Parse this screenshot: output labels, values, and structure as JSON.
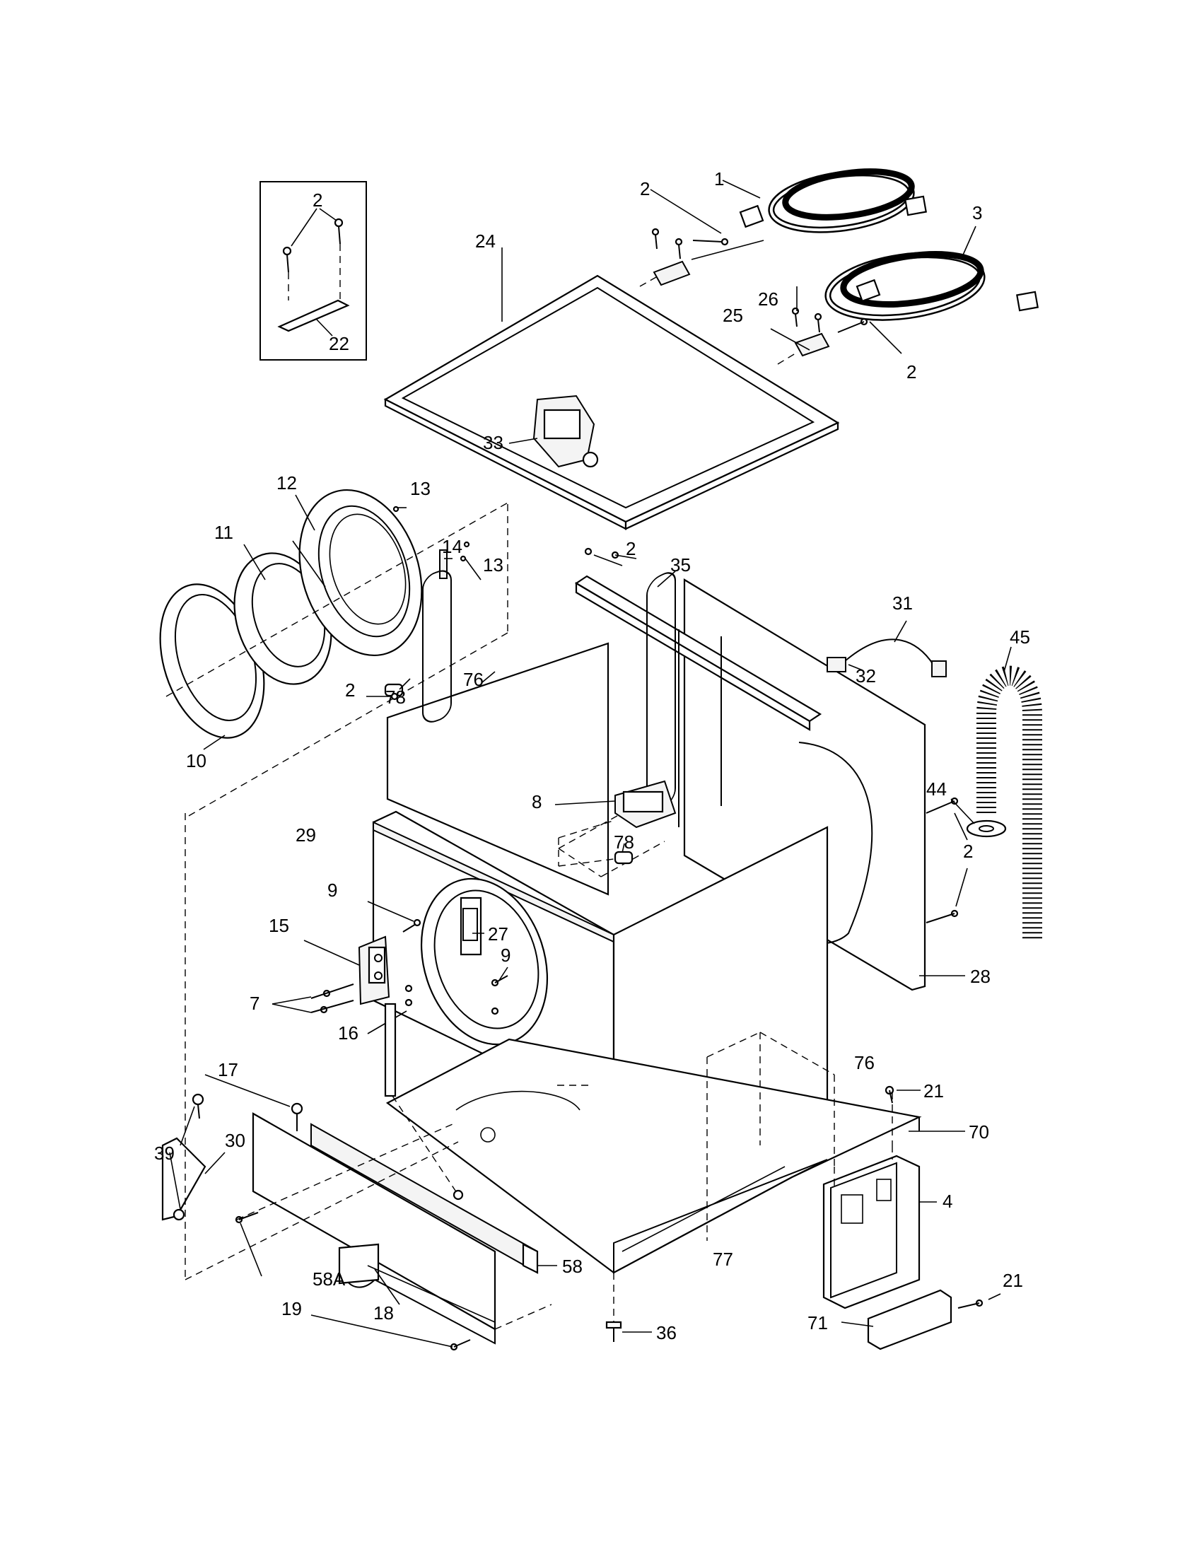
{
  "callouts": {
    "c1": "1",
    "c2_inset": "2",
    "c2_top": "2",
    "c2_right": "2",
    "c2_35": "2",
    "c2_78": "2",
    "c2_side": "2",
    "c3": "3",
    "c4": "4",
    "c7": "7",
    "c8": "8",
    "c9a": "9",
    "c9b": "9",
    "c10": "10",
    "c11": "11",
    "c12": "12",
    "c13a": "13",
    "c13b": "13",
    "c14": "14",
    "c15": "15",
    "c16": "16",
    "c17": "17",
    "c18": "18",
    "c19": "19",
    "c21a": "21",
    "c21b": "21",
    "c22": "22",
    "c24": "24",
    "c25": "25",
    "c26": "26",
    "c27": "27",
    "c28": "28",
    "c29": "29",
    "c30": "30",
    "c31": "31",
    "c32": "32",
    "c33": "33",
    "c35": "35",
    "c36": "36",
    "c39": "39",
    "c44": "44",
    "c45": "45",
    "c58": "58",
    "c58a": "58A",
    "c70": "70",
    "c71": "71",
    "c76a": "76",
    "c76b": "76",
    "c77": "77",
    "c78a": "78",
    "c78b": "78"
  }
}
